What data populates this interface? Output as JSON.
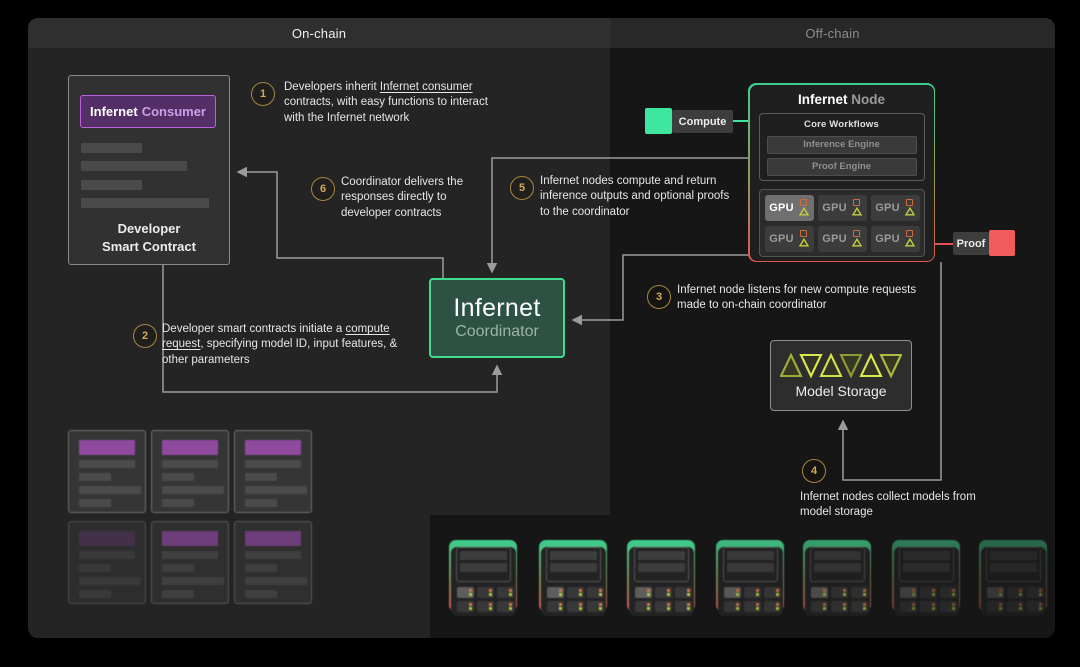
{
  "header": {
    "on_chain_label": "On-chain",
    "off_chain_label": "Off-chain"
  },
  "developer_contract": {
    "consumer_badge": {
      "primary": "Infernet",
      "secondary": "Consumer"
    },
    "label_line1": "Developer",
    "label_line2": "Smart Contract"
  },
  "coordinator": {
    "title": "Infernet",
    "subtitle": "Coordinator"
  },
  "node": {
    "title_primary": "Infernet",
    "title_secondary": "Node",
    "core_workflows_label": "Core Workflows",
    "inference_engine_label": "Inference Engine",
    "proof_engine_label": "Proof Engine",
    "gpu_label": "GPU"
  },
  "flow_labels": {
    "compute": "Compute",
    "proof": "Proof"
  },
  "model_storage": {
    "label": "Model Storage"
  },
  "annotations": [
    {
      "number": "1",
      "pre": "Developers inherit ",
      "underline": "Infernet consumer",
      "post": " contracts, with easy functions to interact with the Infernet network"
    },
    {
      "number": "2",
      "pre": "Developer smart contracts initiate a ",
      "underline": "compute request",
      "post": ", specifying model ID, input features, & other parameters"
    },
    {
      "number": "3",
      "pre": "Infernet node listens for new compute requests made to on-chain coordinator",
      "underline": "",
      "post": ""
    },
    {
      "number": "4",
      "pre": "Infernet nodes collect models from model storage",
      "underline": "",
      "post": ""
    },
    {
      "number": "5",
      "pre": "Infernet nodes compute and return inference outputs and optional proofs to the coordinator",
      "underline": "",
      "post": ""
    },
    {
      "number": "6",
      "pre": "Coordinator delivers the responses directly to developer contracts",
      "underline": "",
      "post": ""
    }
  ],
  "colors": {
    "accent_green": "#3fe6a0",
    "accent_red": "#e05252",
    "accent_purple": "#bb5ddd",
    "badge_gold": "#d1ab55",
    "coordinator_green": "#3fdc8f",
    "triangle_yellow": "#d9e84a"
  }
}
